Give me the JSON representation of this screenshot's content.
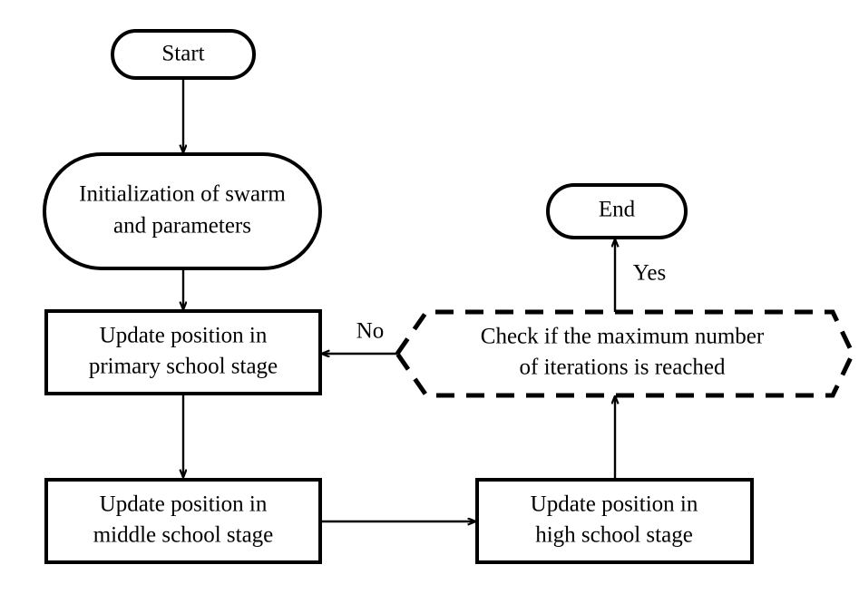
{
  "diagram": {
    "title": "Algorithm flowchart",
    "type": "flowchart",
    "background_color": "#ffffff",
    "line_color": "#000000",
    "text_color": "#000000"
  },
  "nodes": {
    "start": {
      "label": "Start",
      "shape": "stadium",
      "line_style": "solid"
    },
    "initialization": {
      "line1": "Initialization of swarm",
      "line2": "and parameters",
      "shape": "stadium",
      "line_style": "solid"
    },
    "primary": {
      "line1": "Update position in",
      "line2": "primary school stage",
      "shape": "rectangle",
      "line_style": "solid"
    },
    "middle": {
      "line1": "Update position in",
      "line2": "middle school stage",
      "shape": "rectangle",
      "line_style": "solid"
    },
    "high": {
      "line1": "Update position in",
      "line2": "high school stage",
      "shape": "rectangle",
      "line_style": "solid"
    },
    "check": {
      "line1": "Check if the maximum number",
      "line2": "of iterations is reached",
      "shape": "hexagon",
      "line_style": "dashed"
    },
    "end": {
      "label": "End",
      "shape": "stadium",
      "line_style": "solid"
    }
  },
  "edges": {
    "start_to_init": {
      "label": ""
    },
    "init_to_primary": {
      "label": ""
    },
    "primary_to_middle": {
      "label": ""
    },
    "middle_to_high": {
      "label": ""
    },
    "high_to_check": {
      "label": ""
    },
    "check_to_primary": {
      "label": "No"
    },
    "check_to_end": {
      "label": "Yes"
    }
  }
}
